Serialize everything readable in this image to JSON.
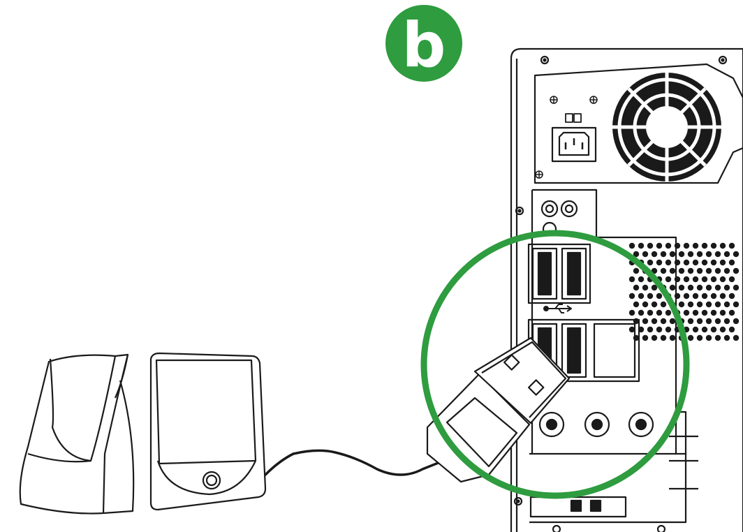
{
  "step_badge": {
    "letter": "b",
    "color": "#2e9c3f"
  },
  "colors": {
    "outline": "#1a1a1a",
    "highlight_ring": "#2e9c3f",
    "background": "#ffffff"
  },
  "icons": [
    "usb-symbol-icon",
    "power-socket-icon",
    "ground-symbol-icon",
    "fan-grille-icon"
  ],
  "scene": {
    "objects": [
      "left-speaker",
      "right-speaker",
      "speaker-cable",
      "usb-plug",
      "computer-tower-rear-panel"
    ]
  }
}
